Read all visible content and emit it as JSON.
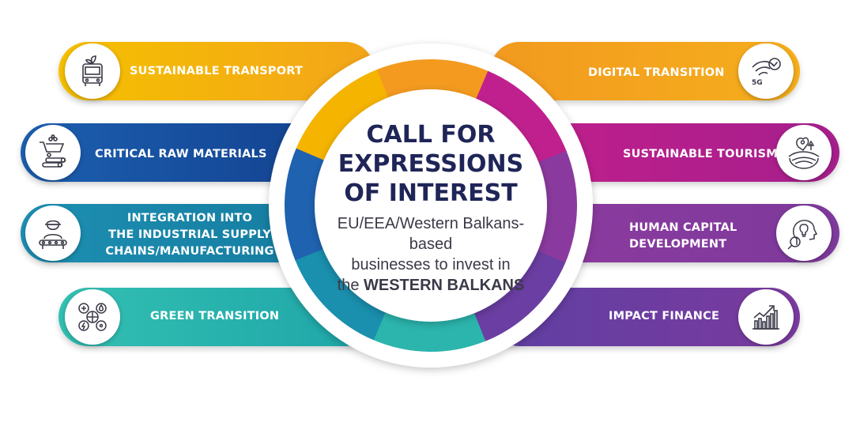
{
  "hub": {
    "title_lines": [
      "CALL FOR",
      "EXPRESSIONS",
      "OF INTEREST"
    ],
    "subtitle_line1": "EU/EEA/Western Balkans-based",
    "subtitle_line2": "businesses to invest in",
    "subtitle_line3_prefix": "the ",
    "subtitle_line3_bold": "WESTERN BALKANS"
  },
  "colors": {
    "title": "#1f2557",
    "transport": "#f5b400",
    "raw_materials": "#1f62b0",
    "integration": "#1a8fae",
    "green": "#2bb5ad",
    "digital": "#f39a1f",
    "tourism": "#c0208e",
    "human_capital": "#8a3a9e",
    "impact": "#6a3ea2"
  },
  "left_items": [
    {
      "label": "SUSTAINABLE TRANSPORT",
      "icon": "bus-leaf-icon"
    },
    {
      "label": "CRITICAL RAW MATERIALS",
      "icon": "wheelbarrow-logs-icon"
    },
    {
      "label_lines": [
        "INTEGRATION INTO",
        "THE INDUSTRIAL SUPPLY",
        "CHAINS/MANUFACTURING"
      ],
      "icon": "worker-conveyor-icon"
    },
    {
      "label": "GREEN TRANSITION",
      "icon": "renewable-energy-icon"
    }
  ],
  "right_items": [
    {
      "label": "DIGITAL TRANSITION",
      "icon": "wifi-5g-icon",
      "icon_text": "5G"
    },
    {
      "label": "SUSTAINABLE TOURISM",
      "icon": "landscape-pin-icon"
    },
    {
      "label_lines": [
        "HUMAN CAPITAL",
        "DEVELOPMENT"
      ],
      "icon": "head-bulb-search-icon"
    },
    {
      "label": "IMPACT FINANCE",
      "icon": "growth-chart-icon"
    }
  ]
}
